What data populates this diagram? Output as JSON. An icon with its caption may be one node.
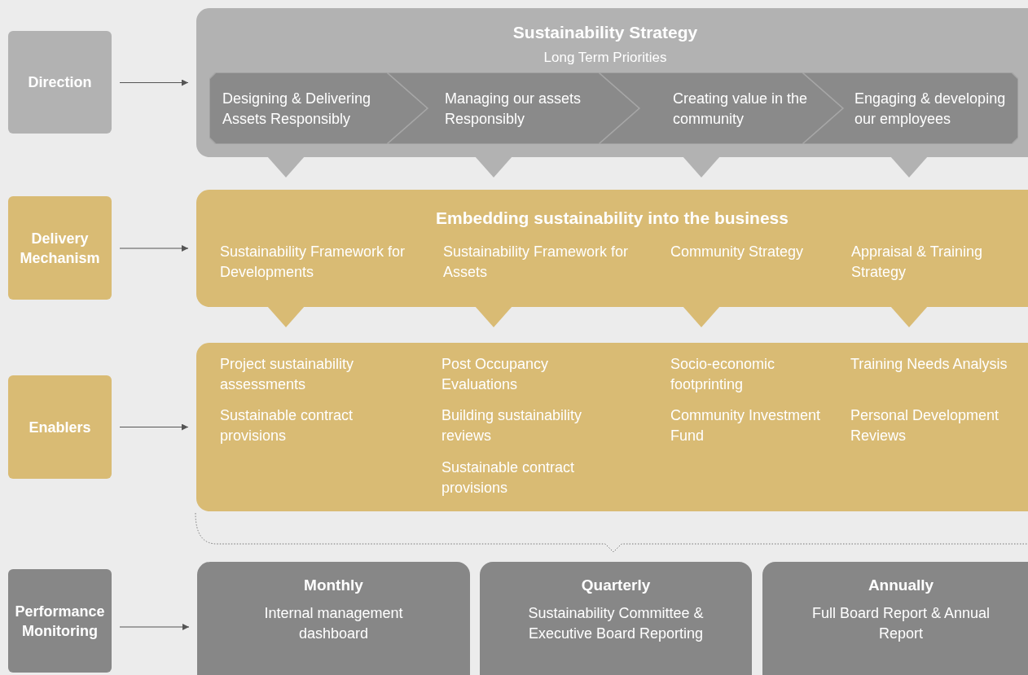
{
  "diagram": {
    "nodes": [
      {
        "text": [
          "Direction"
        ]
      },
      {
        "text": [
          "Sustainability Strategy",
          "Long Term Priorities"
        ]
      },
      {
        "text": [
          "Designing & Delivering Assets Responsibly"
        ],
        "in": 1
      },
      {
        "text": [
          "Managing our assets Responsibly"
        ],
        "in": 1
      },
      {
        "text": [
          "Creating value in the community"
        ],
        "in": 1
      },
      {
        "text": [
          "Engaging & developing our employees"
        ],
        "in": 1
      },
      {
        "text": [
          "Delivery Mechanism"
        ]
      },
      {
        "text": [
          "Embedding sustainability into the business",
          "Sustainability Framework for Developments",
          "Sustainability Framework for Assets",
          "Community Strategy",
          "Appraisal & Training Strategy"
        ]
      },
      {
        "text": [
          "Enablers"
        ]
      },
      {
        "text": [
          "Project sustainability assessments",
          "Sustainable contract provisions",
          "Post Occupancy Evaluations",
          "Building sustainability reviews",
          "Sustainable contract provisions",
          "Socio-economic footprinting",
          "Community Investment Fund",
          "Training Needs Analysis",
          "Personal Development Reviews"
        ]
      },
      {
        "text": [
          "Performance Monitoring"
        ]
      },
      {
        "text": [
          "Monthly",
          "Internal management dashboard"
        ]
      },
      {
        "text": [
          "Quarterly",
          "Sustainability Committee & Executive Board Reporting"
        ]
      },
      {
        "text": [
          "Annually",
          "Full Board Report & Annual Report"
        ]
      }
    ],
    "edges": [
      {
        "from": 0,
        "to": 1,
        "arrow": "to"
      },
      {
        "from": 6,
        "to": 7,
        "arrow": "to"
      },
      {
        "from": 8,
        "to": 9,
        "arrow": "to"
      },
      {
        "from": 10,
        "to": 11,
        "arrow": "to"
      }
    ]
  }
}
